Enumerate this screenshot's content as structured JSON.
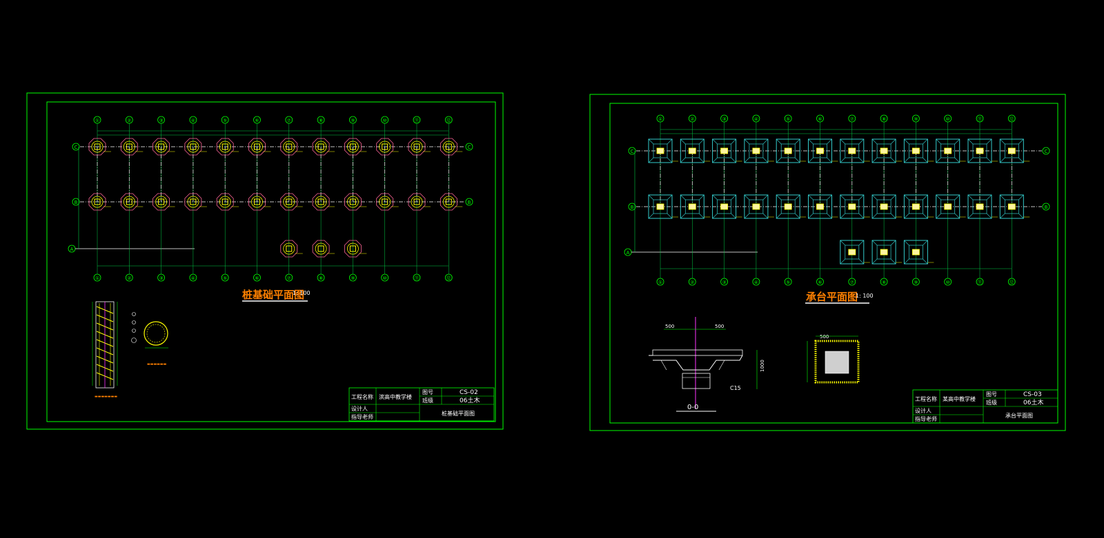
{
  "colors": {
    "frame": "#00ff00",
    "axis": "#00ff00",
    "column": "#ffff00",
    "pile": "#ff6699",
    "cap": "#33cccc",
    "dim": "#00cc44",
    "title": "#ff8000",
    "white": "#ffffff",
    "cyan": "#00ffff",
    "magenta": "#ff33ff"
  },
  "left_sheet": {
    "title": "桩基础平面图",
    "scale": "1: 100",
    "top_axis_labels": [
      "①",
      "②",
      "③",
      "④",
      "⑤",
      "⑥",
      "⑦",
      "⑧",
      "⑨",
      "⑩",
      "⑪",
      "⑫"
    ],
    "row_axis_labels": [
      "C",
      "B",
      "A"
    ],
    "title_block": {
      "project_label": "工程名称",
      "project_name": "滨高中教学楼",
      "drawing_no_label": "图号",
      "drawing_no": "CS-02",
      "class_label": "班级",
      "class_value": "06土木",
      "designer_label": "设计人",
      "advisor_label": "指导老师",
      "drawing_name": "桩基础平面图"
    }
  },
  "right_sheet": {
    "title": "承台平面图",
    "scale": "1: 100",
    "top_axis_labels": [
      "①",
      "②",
      "③",
      "④",
      "⑤",
      "⑥",
      "⑦",
      "⑧",
      "⑨",
      "⑩",
      "⑪",
      "⑫"
    ],
    "row_axis_labels": [
      "C",
      "B",
      "A"
    ],
    "section_title": "0-0",
    "dims": {
      "d500a": "500",
      "d500b": "500",
      "d500c": "500",
      "d1000": "1000",
      "c15": "C15"
    },
    "title_block": {
      "project_label": "工程名称",
      "project_name": "某高中教学楼",
      "drawing_no_label": "图号",
      "drawing_no": "CS-03",
      "class_label": "班级",
      "class_value": "06土木",
      "designer_label": "设计人",
      "advisor_label": "指导老师",
      "drawing_name": "承台平面图"
    }
  }
}
